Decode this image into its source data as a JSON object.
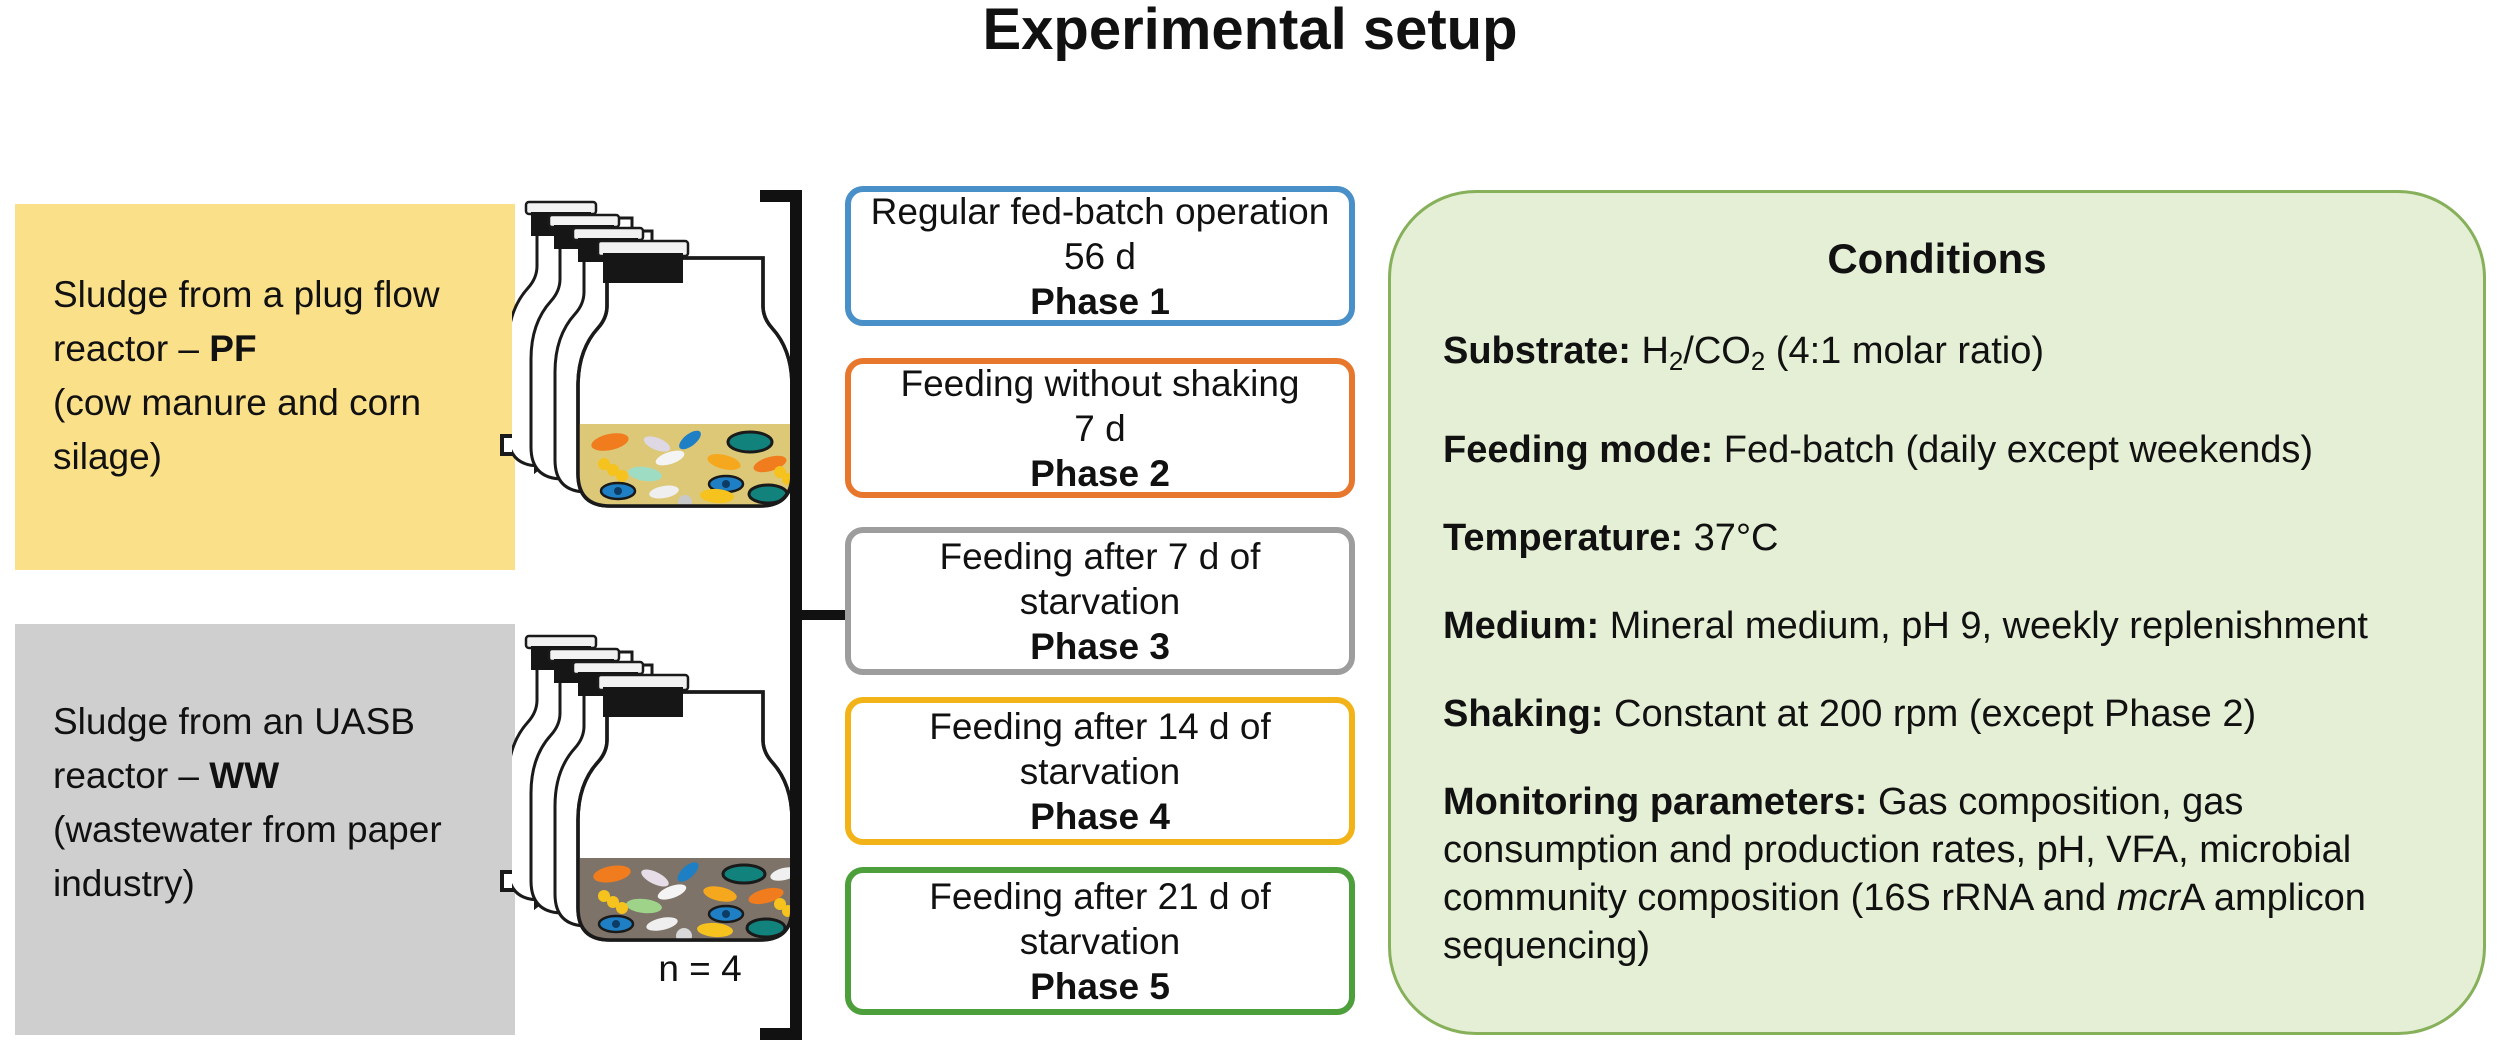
{
  "title": "Experimental setup",
  "sources": [
    {
      "id": "pf",
      "bg_color": "#fbe08a",
      "line1": "Sludge from a plug flow",
      "line2_prefix": "reactor – ",
      "line2_bold": "PF",
      "line3": "(cow manure and corn",
      "line4": "silage)",
      "sludge_color": "#ddc877"
    },
    {
      "id": "ww",
      "bg_color": "#cfcfcf",
      "line1": "Sludge from an UASB",
      "line2_prefix": "reactor – ",
      "line2_bold": "WW",
      "line3": "(wastewater from paper",
      "line4": "industry)",
      "sludge_color": "#7d7369"
    }
  ],
  "replicates_label": "n = 4",
  "phases": [
    {
      "description_line1": "Regular fed-batch operation",
      "description_line2": "56 d",
      "phase_label": "Phase 1",
      "border_color": "#4a90c8"
    },
    {
      "description_line1": "Feeding without shaking",
      "description_line2": "7 d",
      "phase_label": "Phase 2",
      "border_color": "#e8772e"
    },
    {
      "description_line1": "Feeding after 7 d of",
      "description_line2": "starvation",
      "phase_label": "Phase 3",
      "border_color": "#9d9d9d"
    },
    {
      "description_line1": "Feeding after 14 d of",
      "description_line2": "starvation",
      "phase_label": "Phase 4",
      "border_color": "#f2b318"
    },
    {
      "description_line1": "Feeding after 21 d of",
      "description_line2": "starvation",
      "phase_label": "Phase 5",
      "border_color": "#4c9f3a"
    }
  ],
  "conditions": {
    "heading": "Conditions",
    "panel_bg": "#e4efd5",
    "panel_border": "#86b05a",
    "items": [
      {
        "label": "Substrate:",
        "value_pre": " H",
        "value_sub1": "2",
        "value_mid": "/CO",
        "value_sub2": "2",
        "value_post": " (4:1 molar ratio)"
      },
      {
        "label": "Feeding mode:",
        "value": " Fed-batch (daily except weekends)"
      },
      {
        "label": "Temperature:",
        "value": " 37°C"
      },
      {
        "label": "Medium:",
        "value": " Mineral medium, pH 9, weekly replenishment"
      },
      {
        "label": "Shaking:",
        "value": " Constant at 200 rpm (except Phase 2)"
      },
      {
        "label": "Monitoring parameters:",
        "value_a": " Gas composition, gas consumption and production rates, pH, VFA, microbial community composition (16S rRNA and ",
        "value_italic": "mcr",
        "value_b": "A amplicon sequencing)"
      }
    ]
  },
  "icons": {
    "arrow": "right-arrow-icon",
    "bottle": "serum-bottle-icon",
    "bracket": "grouping-bracket-icon"
  }
}
